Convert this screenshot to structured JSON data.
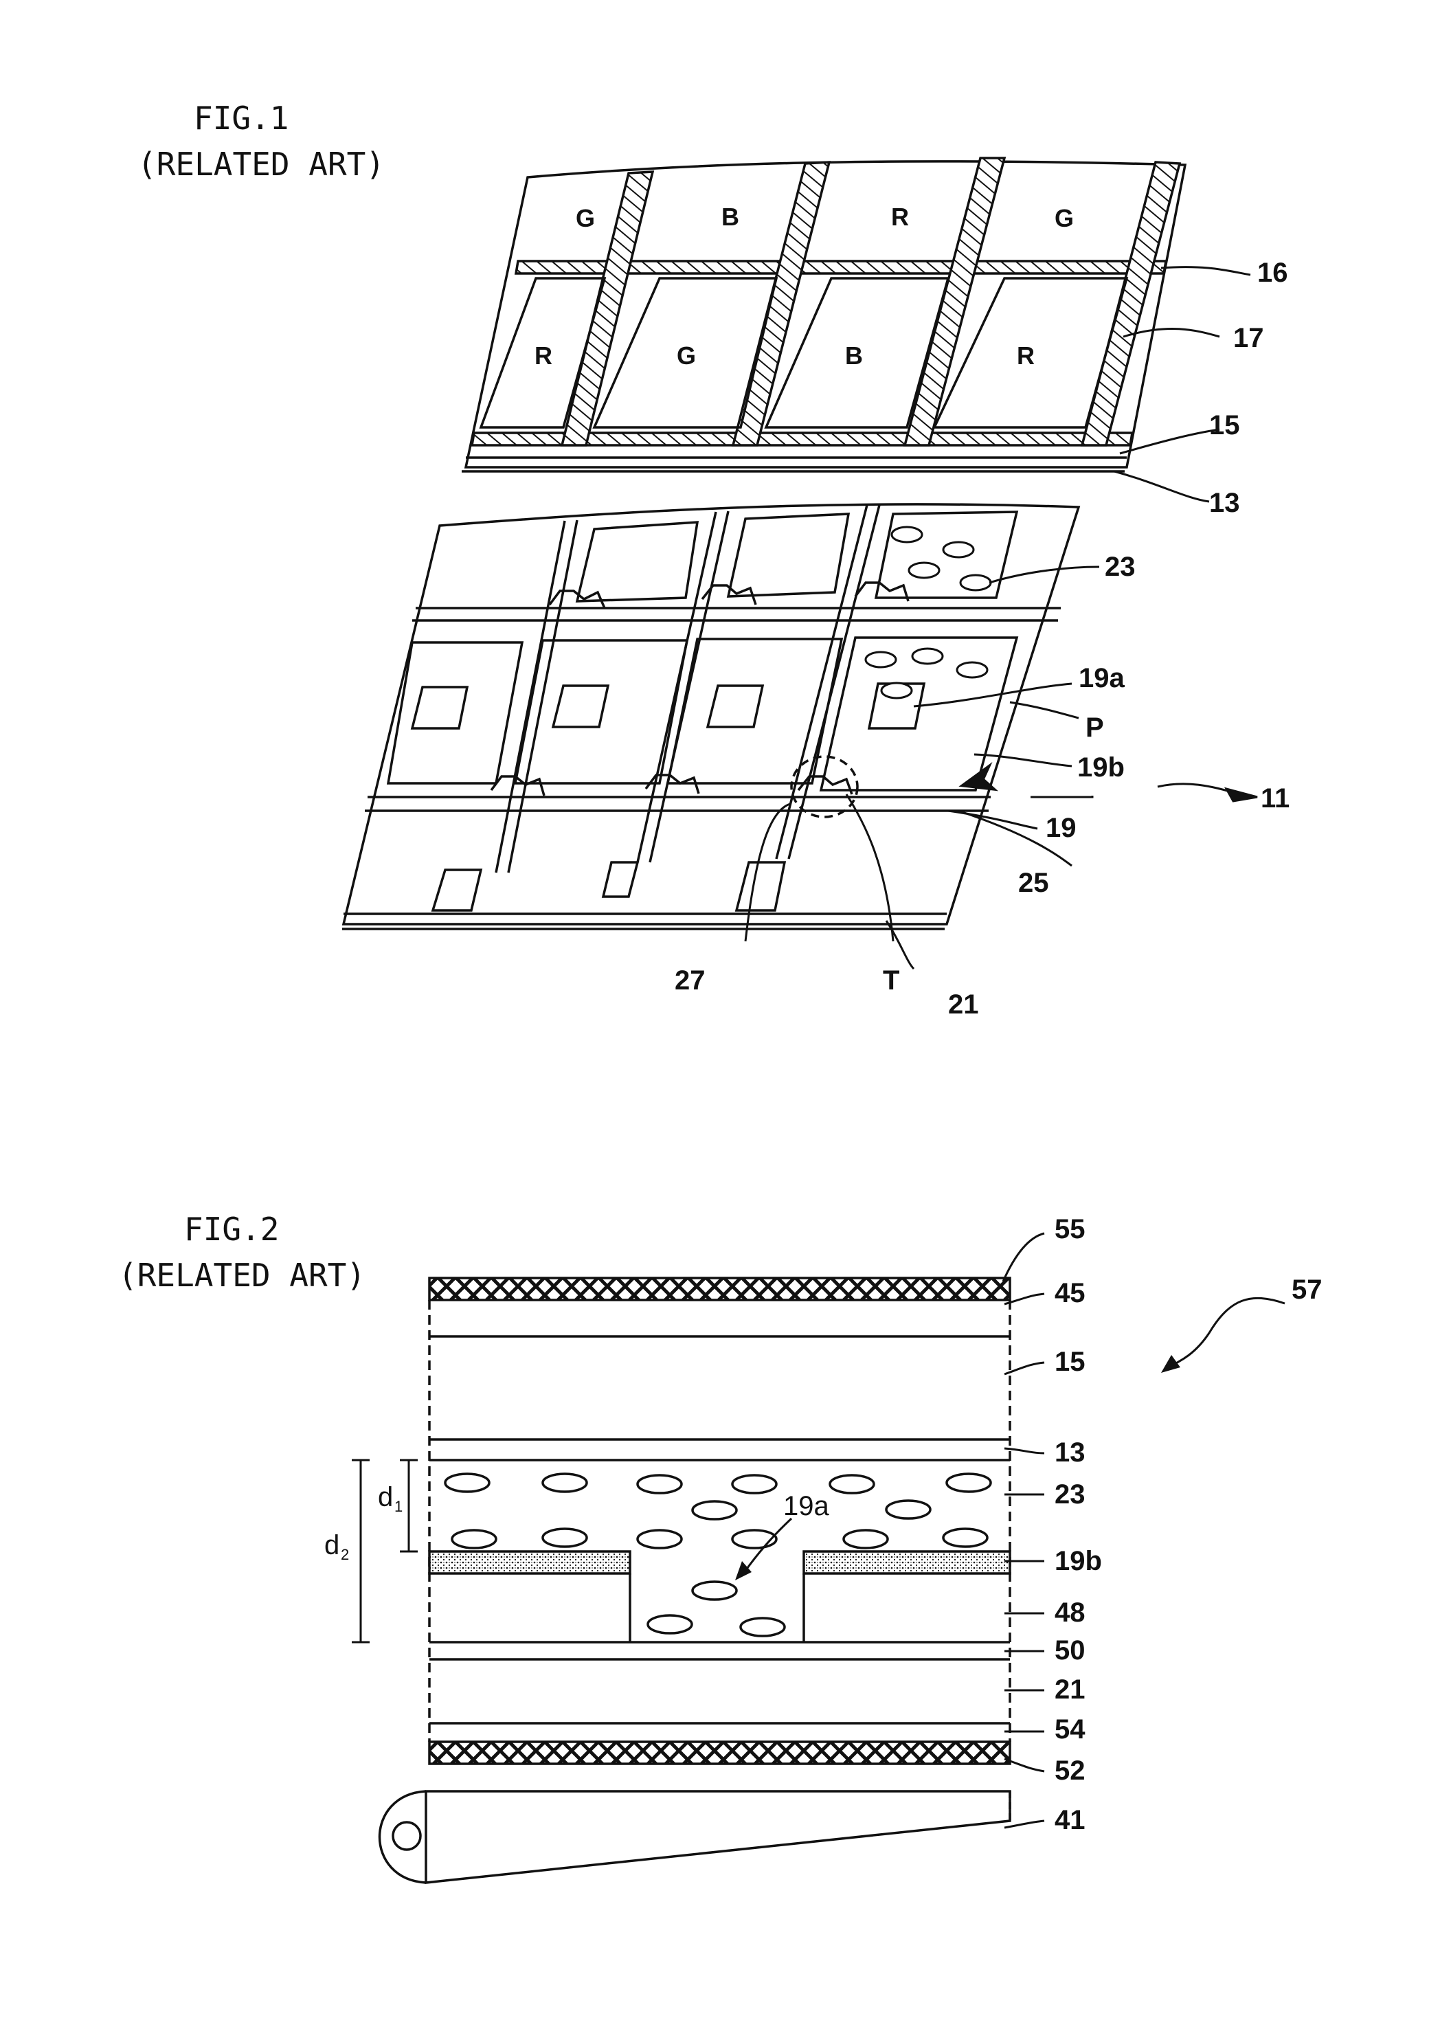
{
  "fig1": {
    "title": "FIG.1",
    "subtitle": "(RELATED ART)",
    "color_cells": [
      "G",
      "B",
      "R",
      "G",
      "R",
      "G",
      "B",
      "R"
    ],
    "labels": [
      "16",
      "17",
      "15",
      "13",
      "23",
      "19a",
      "P",
      "19b",
      "11",
      "19",
      "25",
      "27",
      "T",
      "21"
    ]
  },
  "fig2": {
    "title": "FIG.2",
    "subtitle": "(RELATED ART)",
    "labels": [
      "55",
      "45",
      "57",
      "15",
      "13",
      "23",
      "19b",
      "48",
      "50",
      "21",
      "54",
      "52",
      "41"
    ],
    "label_19a": "19a",
    "d1": "d",
    "d1_sub": "1",
    "d2": "d",
    "d2_sub": "2"
  }
}
